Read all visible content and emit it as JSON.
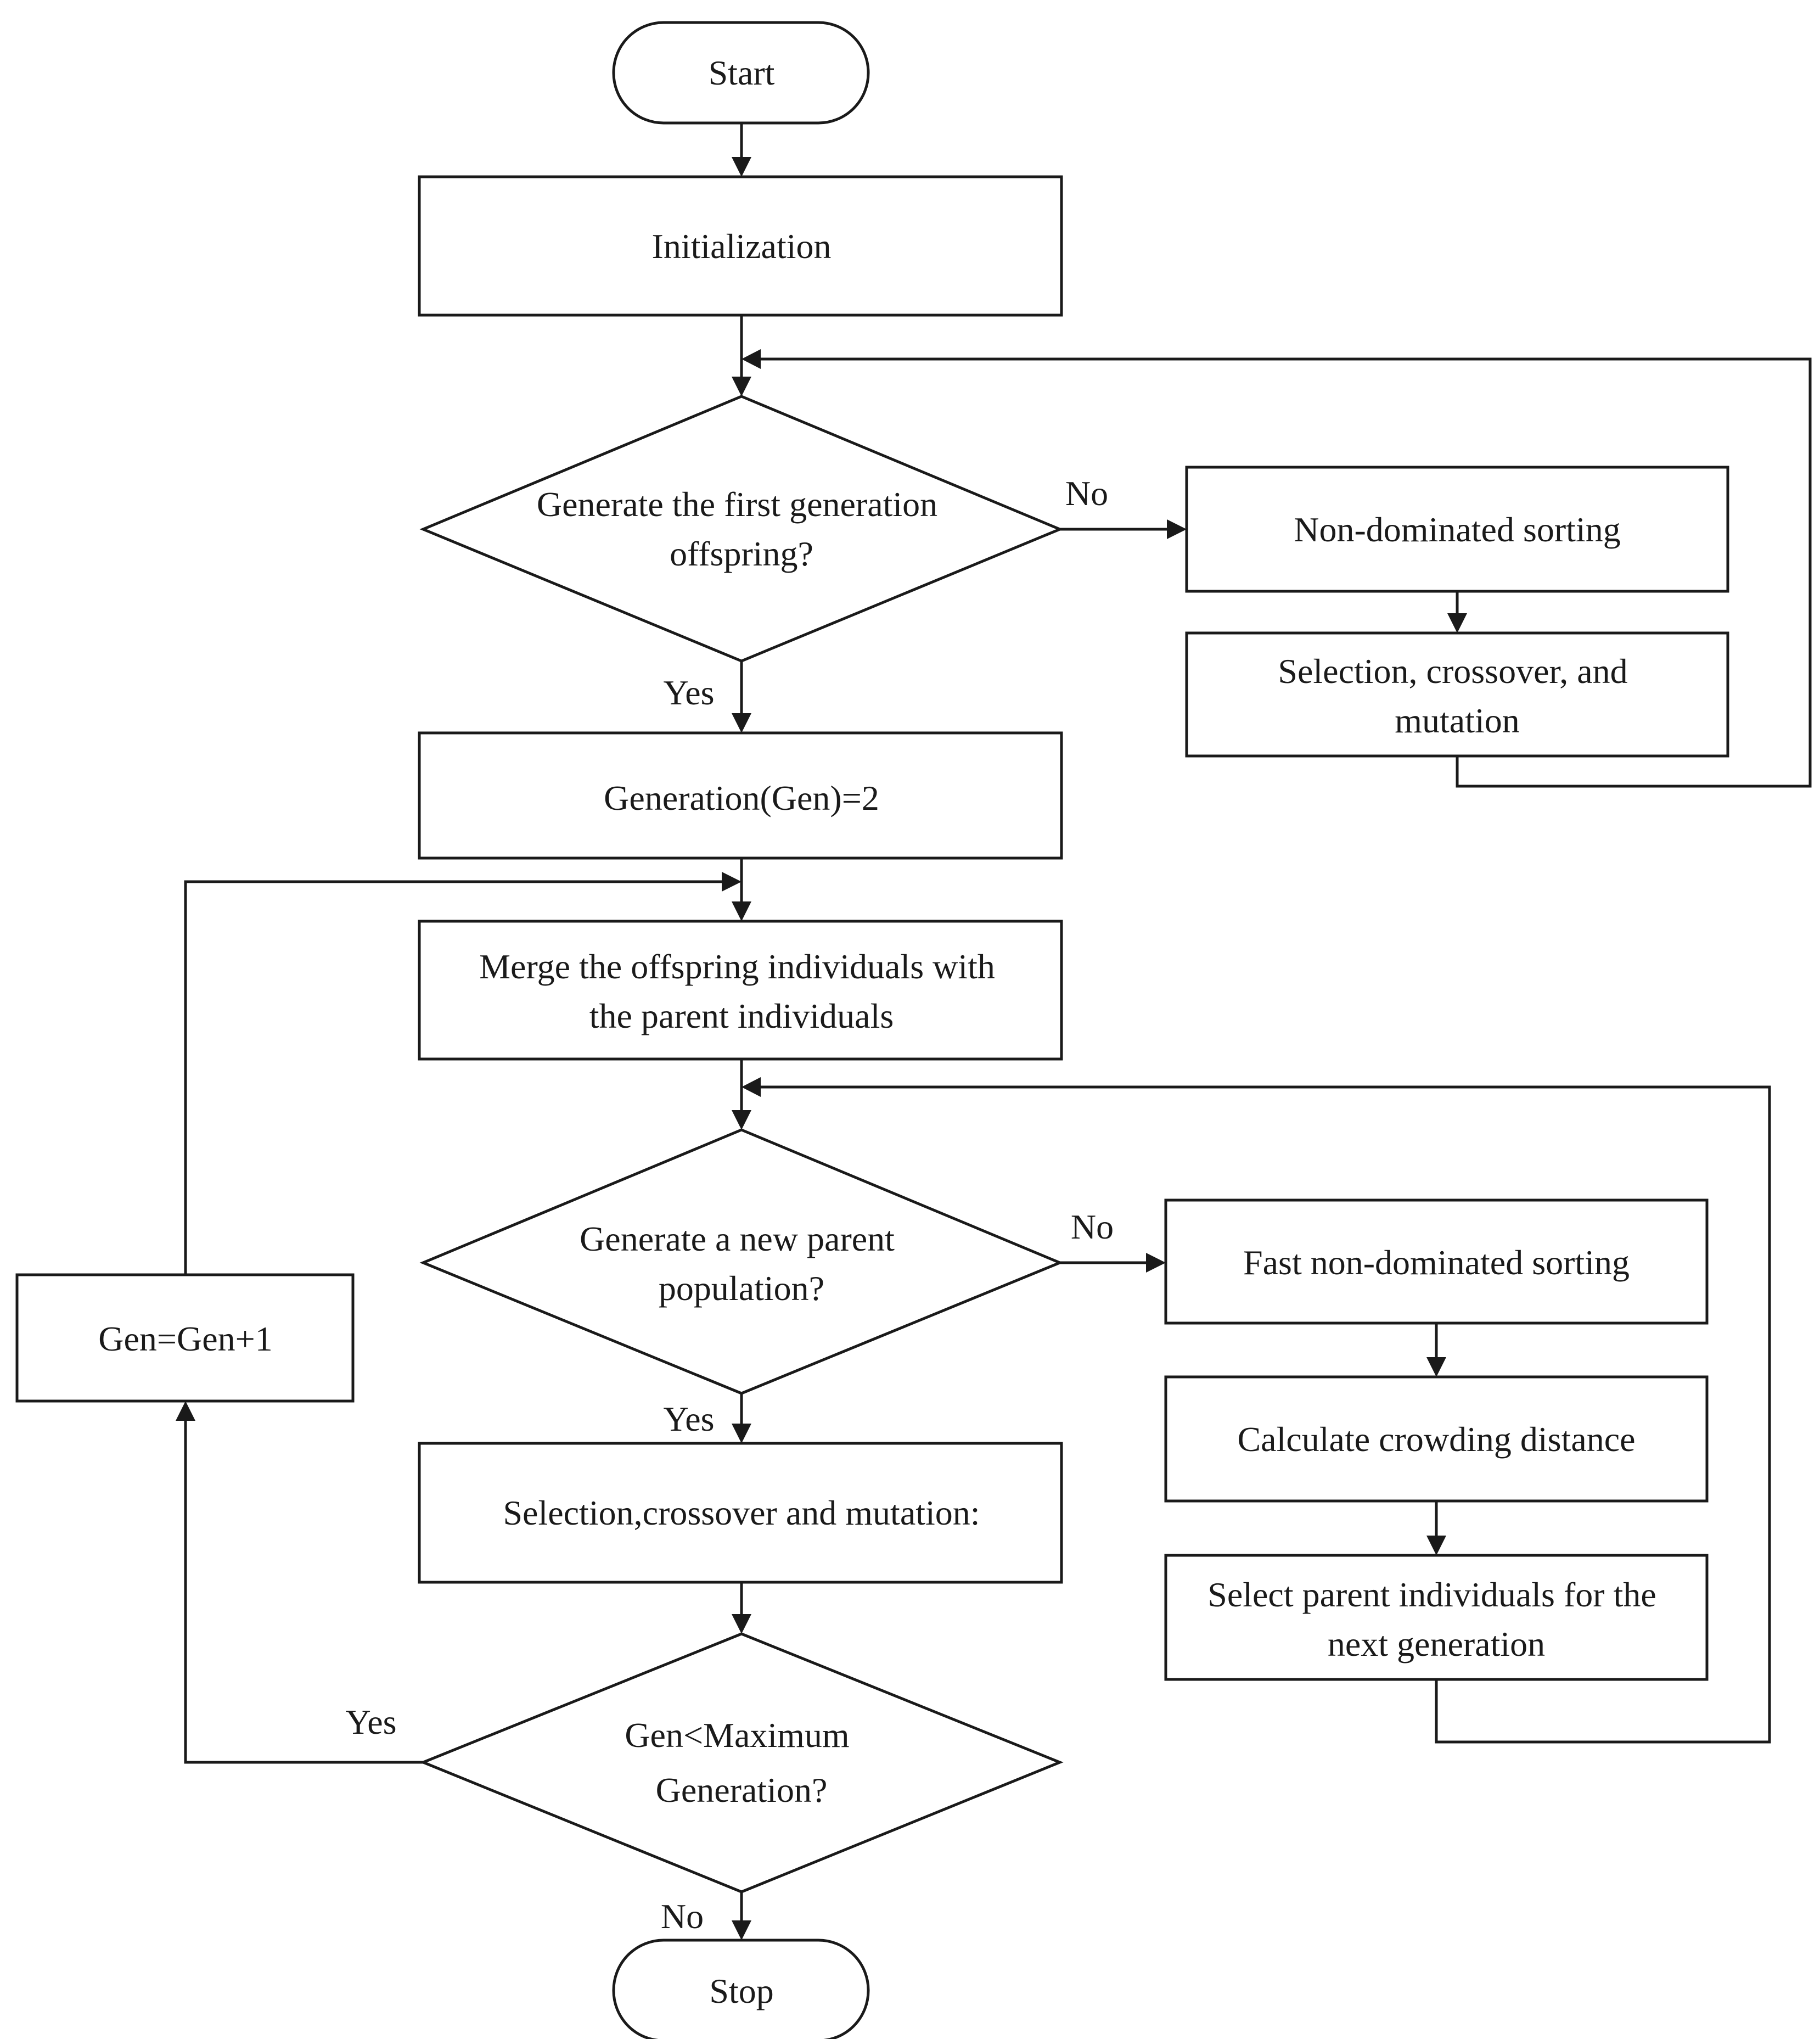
{
  "nodes": {
    "start": "Start",
    "init": "Initialization",
    "d1": [
      "Generate the first generation",
      "offspring?"
    ],
    "nds": "Non-dominated sorting",
    "sel1": [
      "Selection, crossover, and",
      "mutation"
    ],
    "gen2": "Generation(Gen)=2",
    "merge": [
      "Merge the offspring individuals with",
      "the parent individuals"
    ],
    "d2": [
      "Generate a new parent",
      "population?"
    ],
    "fnds": "Fast non-dominated sorting",
    "crowd": "Calculate crowding distance",
    "selparent": [
      "Select parent individuals for the",
      "next generation"
    ],
    "sel2": "Selection,crossover and mutation:",
    "d3": [
      "Gen<Maximum",
      "Generation?"
    ],
    "genplus": "Gen=Gen+1",
    "stop": "Stop"
  },
  "edge_labels": {
    "d1_no": "No",
    "d1_yes": "Yes",
    "d2_no": "No",
    "d2_yes": "Yes",
    "d3_yes": "Yes",
    "d3_no": "No"
  }
}
